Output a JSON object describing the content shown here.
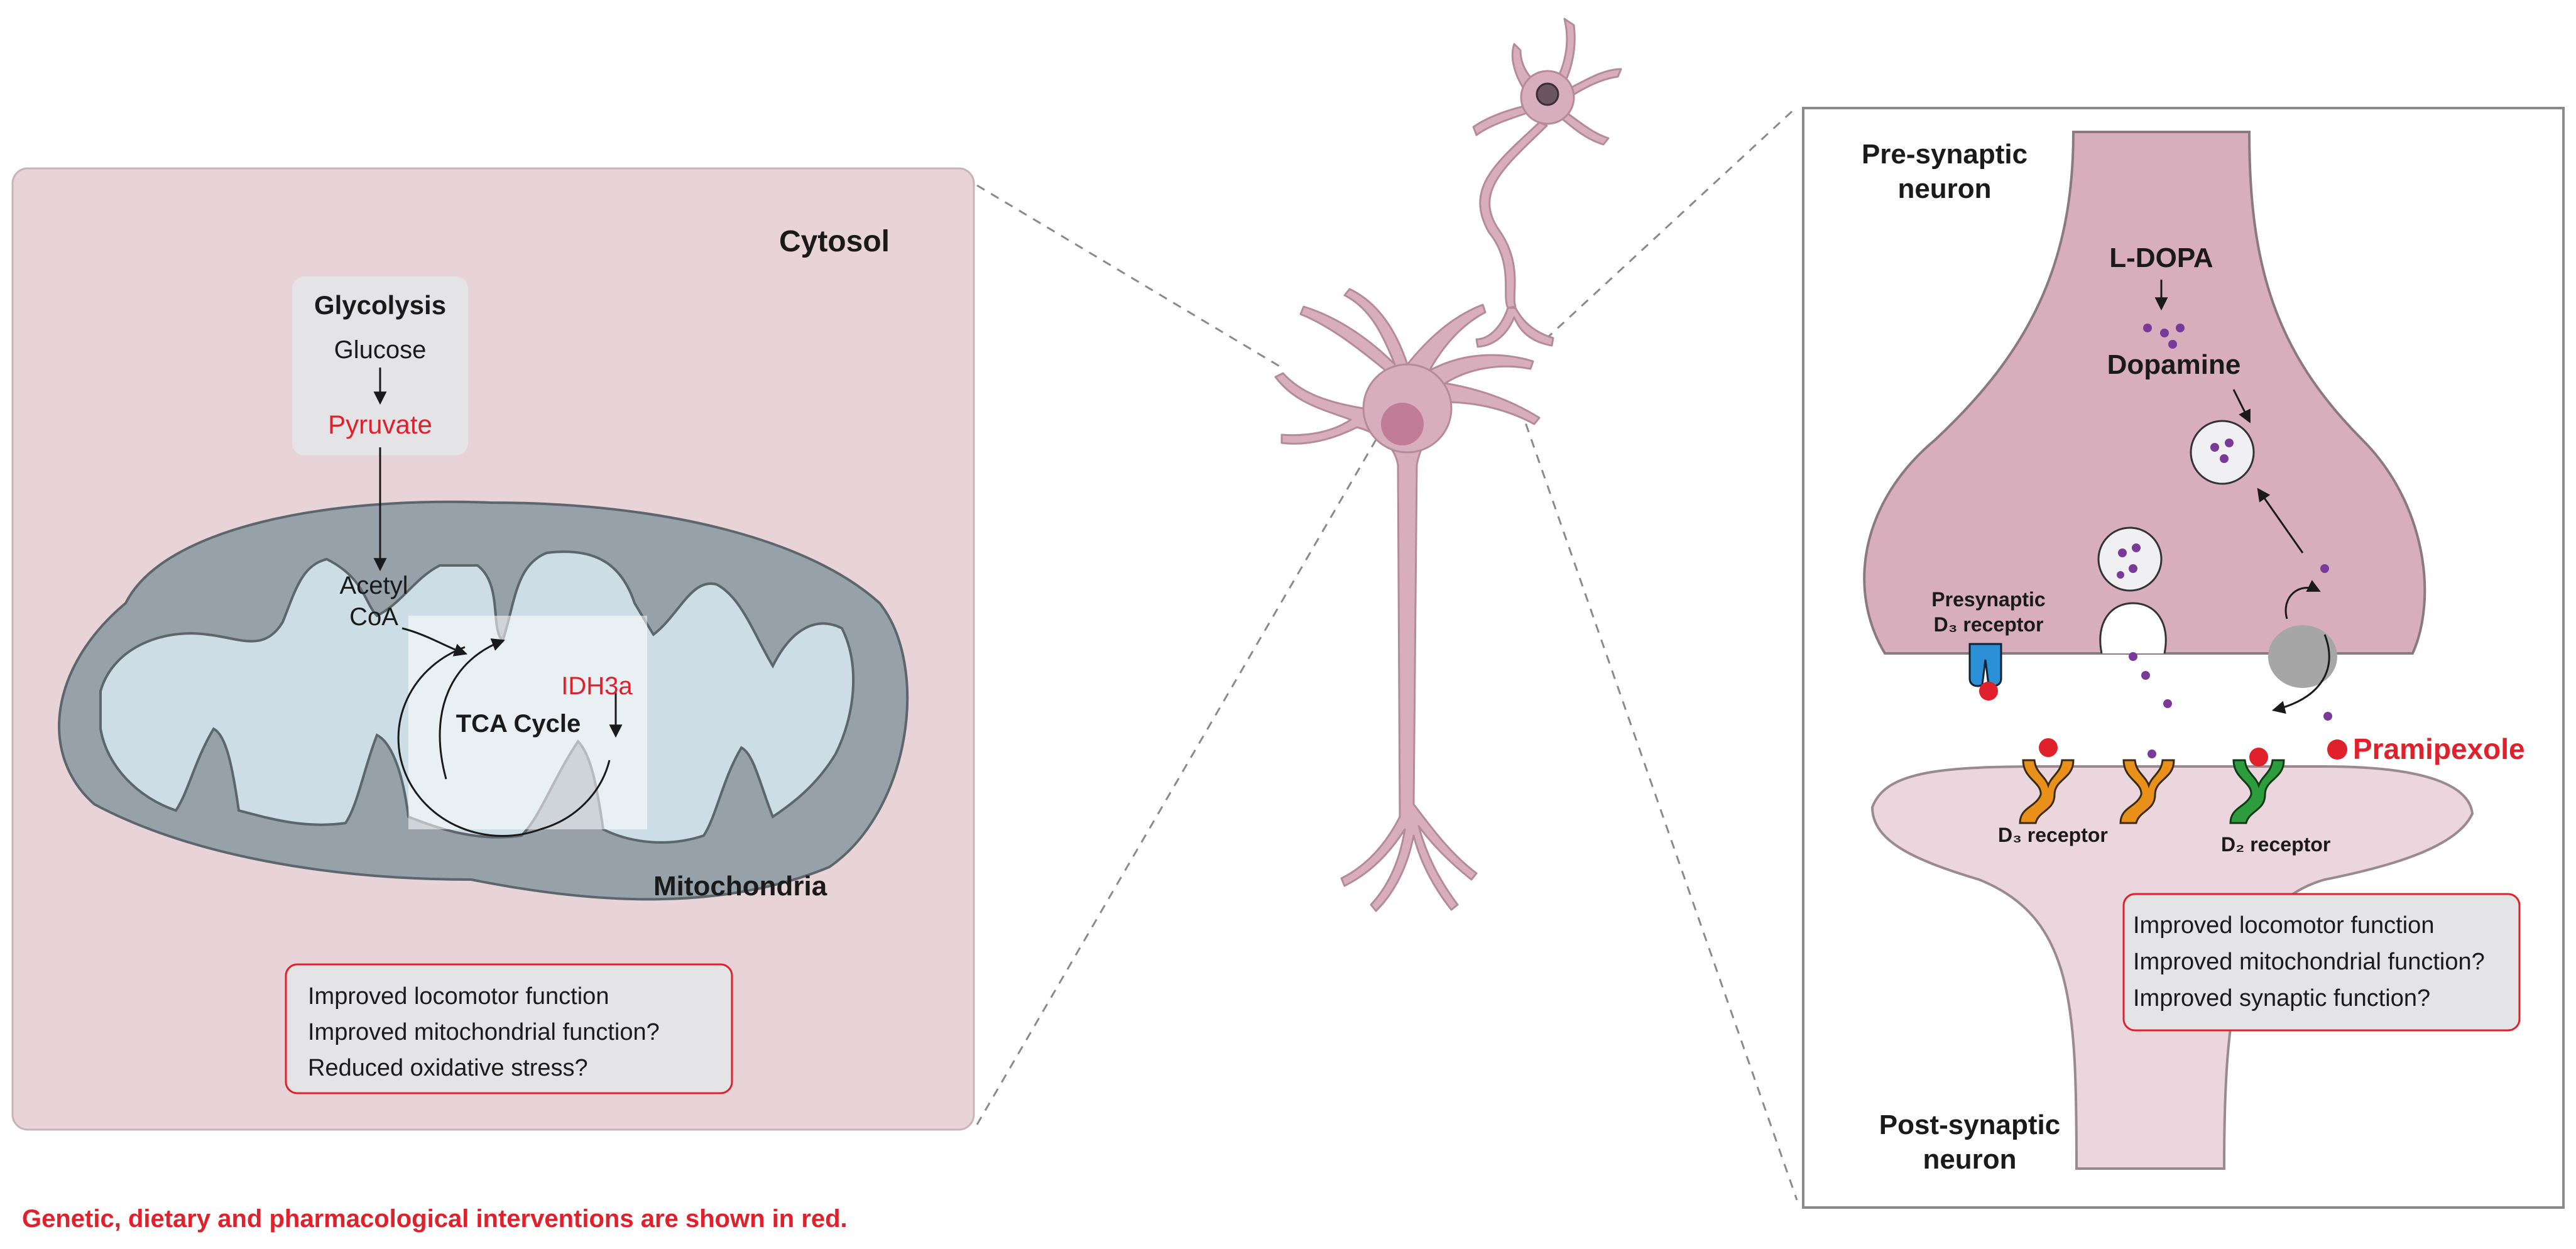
{
  "cytosol_panel": {
    "title": "Cytosol",
    "glycolysis": {
      "title": "Glycolysis",
      "substrate": "Glucose",
      "product": "Pyruvate"
    },
    "acetyl_coa_line1": "Acetyl",
    "acetyl_coa_line2": "CoA",
    "enzyme": "IDH3a",
    "cycle_label": "TCA Cycle",
    "organelle_label": "Mitochondria",
    "outcomes": [
      "Improved locomotor function",
      "Improved mitochondrial function?",
      "Reduced oxidative stress?"
    ]
  },
  "synapse_panel": {
    "presynaptic_label_line1": "Pre-synaptic",
    "presynaptic_label_line2": "neuron",
    "precursor": "L-DOPA",
    "neurotransmitter": "Dopamine",
    "presynaptic_receptor_line1": "Presynaptic",
    "presynaptic_receptor_line2": "D₃ receptor",
    "drug": "Pramipexole",
    "d3_receptor": "D₃ receptor",
    "d2_receptor": "D₂ receptor",
    "outcomes": [
      "Improved locomotor function",
      "Improved mitochondrial function?",
      "Improved synaptic function?"
    ],
    "postsynaptic_label_line1": "Post-synaptic",
    "postsynaptic_label_line2": "neuron"
  },
  "footnote": "Genetic, dietary and pharmacological interventions are shown in red.",
  "colors": {
    "intervention_red": "#e0202a",
    "cytosol_fill": "#e8d3d9",
    "mito_outer": "#96a1aa",
    "mito_inner": "#cddde6",
    "neuron_pink": "#d8aebd",
    "postsynaptic_pink": "#ecd6dd",
    "d3_receptor": "#e8901a",
    "d2_receptor": "#2c9c3c",
    "presynaptic_receptor": "#2a8fd4",
    "dopamine_dot": "#7a3a9a"
  }
}
